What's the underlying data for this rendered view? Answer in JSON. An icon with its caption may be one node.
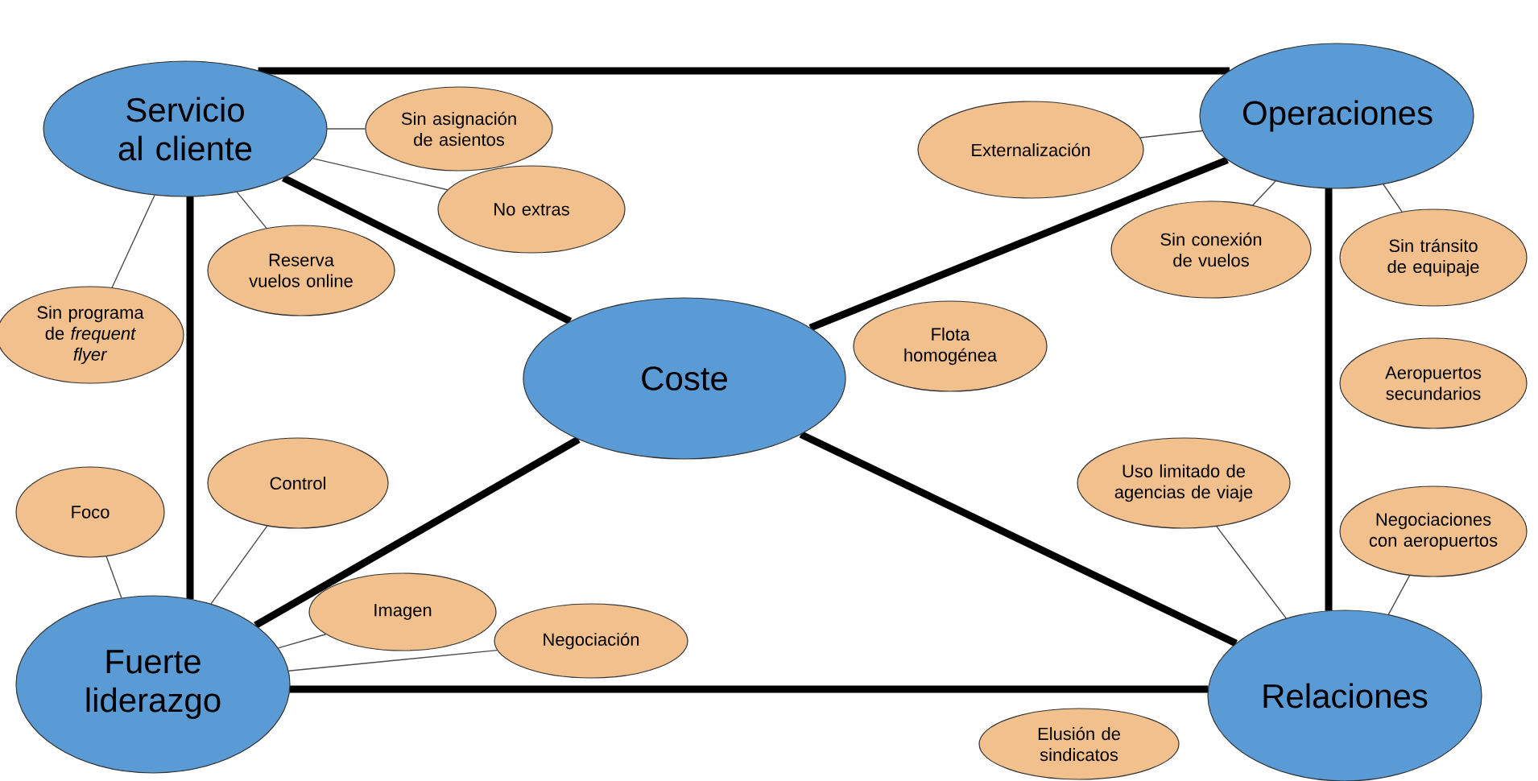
{
  "diagram": {
    "nodes": [
      {
        "text": [
          "Servicio al cliente"
        ]
      },
      {
        "text": [
          "Operaciones"
        ]
      },
      {
        "text": [
          "Coste"
        ]
      },
      {
        "text": [
          "Fuerte liderazgo"
        ]
      },
      {
        "text": [
          "Relaciones"
        ]
      },
      {
        "text": [
          "Sin asignación de asientos"
        ]
      },
      {
        "text": [
          "Reserva vuelos online"
        ]
      },
      {
        "text": [
          "No extras"
        ]
      },
      {
        "text": [
          "Sin programa de *frequent flyer*"
        ]
      },
      {
        "text": [
          "Externalización"
        ]
      },
      {
        "text": [
          "Flota homogénea"
        ]
      },
      {
        "text": [
          "Sin conexión de vuelos"
        ]
      },
      {
        "text": [
          "Sin tránsito de equipaje"
        ]
      },
      {
        "text": [
          "Aeropuertos secundarios"
        ]
      },
      {
        "text": [
          "Foco"
        ]
      },
      {
        "text": [
          "Control"
        ]
      },
      {
        "text": [
          "Imagen"
        ]
      },
      {
        "text": [
          "Negociación"
        ]
      },
      {
        "text": [
          "Uso limitado de agencias de viaje"
        ]
      },
      {
        "text": [
          "Negociaciones con aeropuertos"
        ]
      },
      {
        "text": [
          "Elusión de sindicatos"
        ]
      }
    ],
    "edges": [
      {
        "from": 0,
        "to": 1,
        "arrow": "none",
        "style": "thick"
      },
      {
        "from": 0,
        "to": 3,
        "arrow": "none",
        "style": "thick"
      },
      {
        "from": 1,
        "to": 4,
        "arrow": "none",
        "style": "thick"
      },
      {
        "from": 3,
        "to": 4,
        "arrow": "none",
        "style": "thick"
      },
      {
        "from": 0,
        "to": 2,
        "arrow": "none",
        "style": "thick"
      },
      {
        "from": 1,
        "to": 2,
        "arrow": "none",
        "style": "thick"
      },
      {
        "from": 3,
        "to": 2,
        "arrow": "none",
        "style": "thick"
      },
      {
        "from": 4,
        "to": 2,
        "arrow": "none",
        "style": "thick"
      },
      {
        "from": 0,
        "to": 5,
        "arrow": "none"
      },
      {
        "from": 0,
        "to": 7,
        "arrow": "none"
      },
      {
        "from": 0,
        "to": 6,
        "arrow": "none"
      },
      {
        "from": 0,
        "to": 8,
        "arrow": "none"
      },
      {
        "from": 1,
        "to": 9,
        "arrow": "none"
      },
      {
        "from": 1,
        "to": 11,
        "arrow": "none"
      },
      {
        "from": 1,
        "to": 12,
        "arrow": "none"
      },
      {
        "from": 3,
        "to": 14,
        "arrow": "none"
      },
      {
        "from": 3,
        "to": 15,
        "arrow": "none"
      },
      {
        "from": 3,
        "to": 16,
        "arrow": "none"
      },
      {
        "from": 3,
        "to": 17,
        "arrow": "none"
      },
      {
        "from": 4,
        "to": 18,
        "arrow": "none"
      },
      {
        "from": 4,
        "to": 19,
        "arrow": "none"
      }
    ]
  }
}
